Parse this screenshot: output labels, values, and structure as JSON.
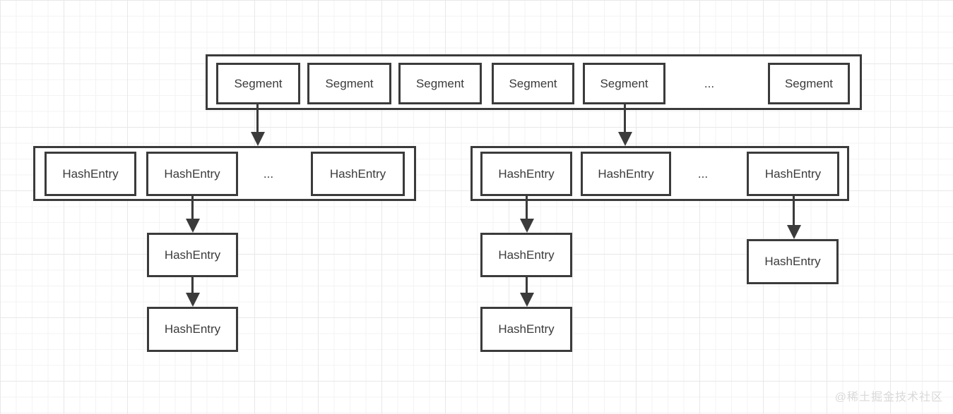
{
  "diagram": {
    "segment_row": {
      "cells": [
        "Segment",
        "Segment",
        "Segment",
        "Segment",
        "Segment",
        "...",
        "Segment"
      ]
    },
    "left_bucket": {
      "cells": [
        "HashEntry",
        "HashEntry",
        "...",
        "HashEntry"
      ]
    },
    "right_bucket": {
      "cells": [
        "HashEntry",
        "HashEntry",
        "...",
        "HashEntry"
      ]
    },
    "left_chain": {
      "cells": [
        "HashEntry",
        "HashEntry"
      ]
    },
    "right_chain": {
      "cells": [
        "HashEntry",
        "HashEntry"
      ]
    },
    "right_tail": {
      "cells": [
        "HashEntry"
      ]
    }
  },
  "watermark": {
    "text": "@稀土掘金技术社区"
  },
  "colors": {
    "stroke": "#3b3b3b",
    "text": "#3b3b3b",
    "grid_minor": "#f3f3f3",
    "grid_major": "#e8e8e8",
    "watermark": "#d9d9d9",
    "background": "#ffffff"
  }
}
